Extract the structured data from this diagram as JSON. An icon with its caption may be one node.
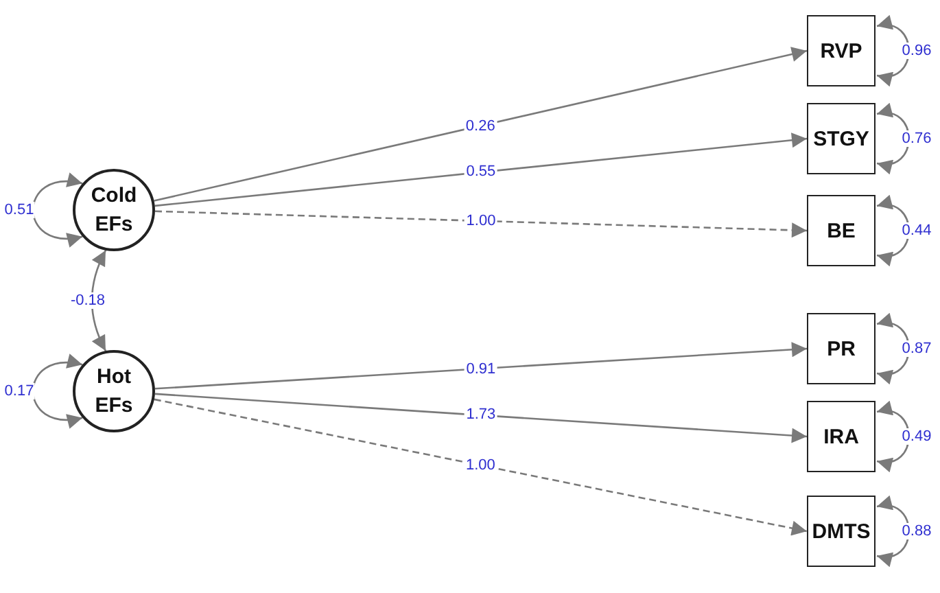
{
  "diagram": {
    "nodes": [
      {
        "text": [
          "Cold EFs"
        ]
      },
      {
        "text": [
          "Hot EFs"
        ]
      },
      {
        "text": [
          "RVP"
        ]
      },
      {
        "text": [
          "STGY"
        ]
      },
      {
        "text": [
          "BE"
        ]
      },
      {
        "text": [
          "PR"
        ]
      },
      {
        "text": [
          "IRA"
        ]
      },
      {
        "text": [
          "DMTS"
        ]
      }
    ],
    "edges": [
      {
        "from": 0,
        "to": 0,
        "arrow": "both",
        "label": "0.51"
      },
      {
        "from": 1,
        "to": 1,
        "arrow": "both",
        "label": "0.17"
      },
      {
        "from": 0,
        "to": 1,
        "arrow": "both",
        "label": "-0.18"
      },
      {
        "from": 0,
        "to": 2,
        "arrow": "to",
        "label": "0.26"
      },
      {
        "from": 0,
        "to": 3,
        "arrow": "to",
        "label": "0.55"
      },
      {
        "from": 0,
        "to": 4,
        "arrow": "to",
        "label": "1.00",
        "style": "dashed"
      },
      {
        "from": 1,
        "to": 5,
        "arrow": "to",
        "label": "0.91"
      },
      {
        "from": 1,
        "to": 6,
        "arrow": "to",
        "label": "1.73"
      },
      {
        "from": 1,
        "to": 7,
        "arrow": "to",
        "label": "1.00",
        "style": "dashed"
      },
      {
        "from": 2,
        "to": 2,
        "arrow": "both",
        "label": "0.96"
      },
      {
        "from": 3,
        "to": 3,
        "arrow": "both",
        "label": "0.76"
      },
      {
        "from": 4,
        "to": 4,
        "arrow": "both",
        "label": "0.44"
      },
      {
        "from": 5,
        "to": 5,
        "arrow": "both",
        "label": "0.87"
      },
      {
        "from": 6,
        "to": 6,
        "arrow": "both",
        "label": "0.49"
      },
      {
        "from": 7,
        "to": 7,
        "arrow": "both",
        "label": "0.88"
      }
    ]
  }
}
